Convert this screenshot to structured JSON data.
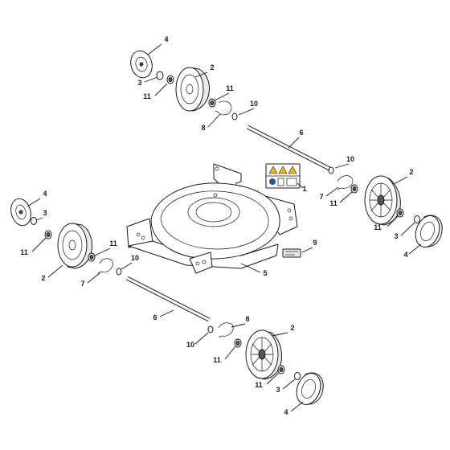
{
  "colors": {
    "line": "#1a1a1a",
    "warning_label": "#f2b705",
    "mandatory_label": "#2457a6"
  },
  "callouts": [
    {
      "id": "c01",
      "label": "4"
    },
    {
      "id": "c02",
      "label": "3"
    },
    {
      "id": "c03",
      "label": "11"
    },
    {
      "id": "c04",
      "label": "2"
    },
    {
      "id": "c05",
      "label": "11"
    },
    {
      "id": "c06",
      "label": "10"
    },
    {
      "id": "c07",
      "label": "8"
    },
    {
      "id": "c08",
      "label": "6"
    },
    {
      "id": "c09",
      "label": "10"
    },
    {
      "id": "c10",
      "label": "2"
    },
    {
      "id": "c11",
      "label": "1"
    },
    {
      "id": "c12",
      "label": "7"
    },
    {
      "id": "c13",
      "label": "11"
    },
    {
      "id": "c14",
      "label": "11"
    },
    {
      "id": "c15",
      "label": "3"
    },
    {
      "id": "c16",
      "label": "4"
    },
    {
      "id": "c17",
      "label": "9"
    },
    {
      "id": "c18",
      "label": "4"
    },
    {
      "id": "c19",
      "label": "3"
    },
    {
      "id": "c20",
      "label": "11"
    },
    {
      "id": "c21",
      "label": "11"
    },
    {
      "id": "c22",
      "label": "2"
    },
    {
      "id": "c23",
      "label": "10"
    },
    {
      "id": "c24",
      "label": "7"
    },
    {
      "id": "c25",
      "label": "5"
    },
    {
      "id": "c26",
      "label": "6"
    },
    {
      "id": "c27",
      "label": "8"
    },
    {
      "id": "c28",
      "label": "10"
    },
    {
      "id": "c29",
      "label": "2"
    },
    {
      "id": "c30",
      "label": "11"
    },
    {
      "id": "c31",
      "label": "11"
    },
    {
      "id": "c32",
      "label": "3"
    },
    {
      "id": "c33",
      "label": "4"
    }
  ]
}
